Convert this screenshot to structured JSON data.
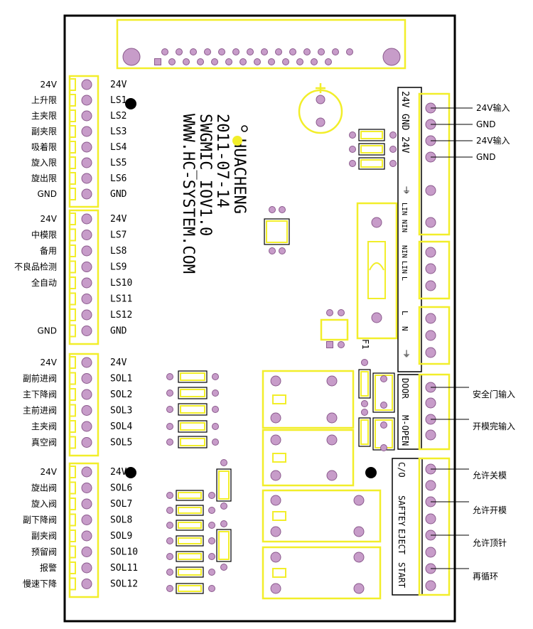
{
  "silk": {
    "brand": "HUACHENG",
    "date": "2011-07-14",
    "model": "SWGMIC_IOV1.0",
    "url": "WWW.HC-SYSTEM.COM"
  },
  "left_blocks": [
    {
      "id": "lim1",
      "labels": [
        "24V",
        "上升限",
        "主夹限",
        "副夹限",
        "吸着限",
        "旋入限",
        "旋出限",
        "GND"
      ],
      "silk": [
        "24V",
        "LS1",
        "LS2",
        "LS3",
        "LS4",
        "LS5",
        "LS6",
        "GND"
      ]
    },
    {
      "id": "lim2",
      "labels": [
        "24V",
        "中模限",
        "备用",
        "不良品检测",
        "全自动",
        "",
        "",
        "GND"
      ],
      "silk": [
        "24V",
        "LS7",
        "LS8",
        "LS9",
        "LS10",
        "LS11",
        "LS12",
        "GND"
      ]
    },
    {
      "id": "sol1",
      "labels": [
        "24V",
        "副前进阀",
        "主下降阀",
        "主前进阀",
        "主夹阀",
        "真空阀"
      ],
      "silk": [
        "24V",
        "SOL1",
        "SOL2",
        "SOL3",
        "SOL4",
        "SOL5"
      ]
    },
    {
      "id": "sol2",
      "labels": [
        "24V",
        "旋出阀",
        "旋入阀",
        "副下降阀",
        "副夹阀",
        "预留阀",
        "报警",
        "慢速下降"
      ],
      "silk": [
        "24V",
        "SOL6",
        "SOL7",
        "SOL8",
        "SOL9",
        "SOL10",
        "SOL11",
        "SOL12"
      ]
    }
  ],
  "right_labels": {
    "power": [
      "24V输入",
      "GND",
      "24V输入",
      "GND"
    ],
    "door": [
      "安全门输入",
      "开模完输入"
    ],
    "signals": [
      "允许关模",
      "允许开模",
      "允许顶针",
      "再循环"
    ]
  },
  "right_silk": {
    "power": [
      "24V",
      "GND",
      "24V"
    ],
    "ac1": [
      "LIN",
      "NIN"
    ],
    "ac2": [
      "NIN",
      "LIN",
      "L"
    ],
    "ac3": [
      "L",
      "N"
    ],
    "door": [
      "DOOR",
      "M-OPEN"
    ],
    "signals": [
      "C/O",
      "SAFTEY",
      "EJECT",
      "START"
    ]
  },
  "fuse_label": "F1",
  "colors": {
    "pad": "#c79cc9",
    "pad_edge": "#8b5a8d",
    "yellow": "#f2ee2a",
    "board_edge": "#000000"
  }
}
